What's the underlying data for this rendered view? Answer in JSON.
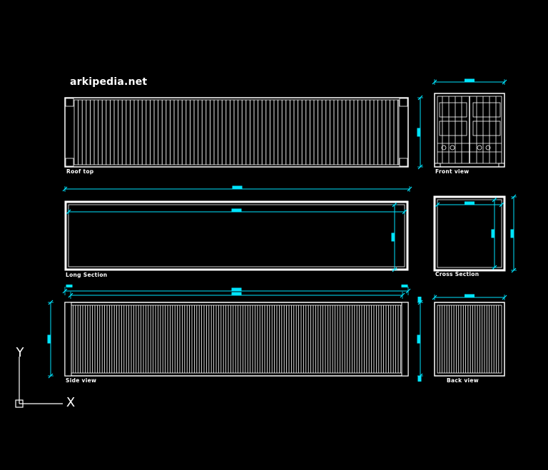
{
  "watermark": "arkipedia.net",
  "views": {
    "roof_top": "Roof top",
    "front_view": "Front view",
    "long_section": "Long Section",
    "cross_section": "Cross Section",
    "side_view": "Side view",
    "back_view": "Back view"
  },
  "ucs": {
    "x_axis": "X",
    "y_axis": "Y"
  },
  "colors": {
    "background": "#000000",
    "geometry": "#ffffff",
    "dimension": "#00e5ff"
  }
}
